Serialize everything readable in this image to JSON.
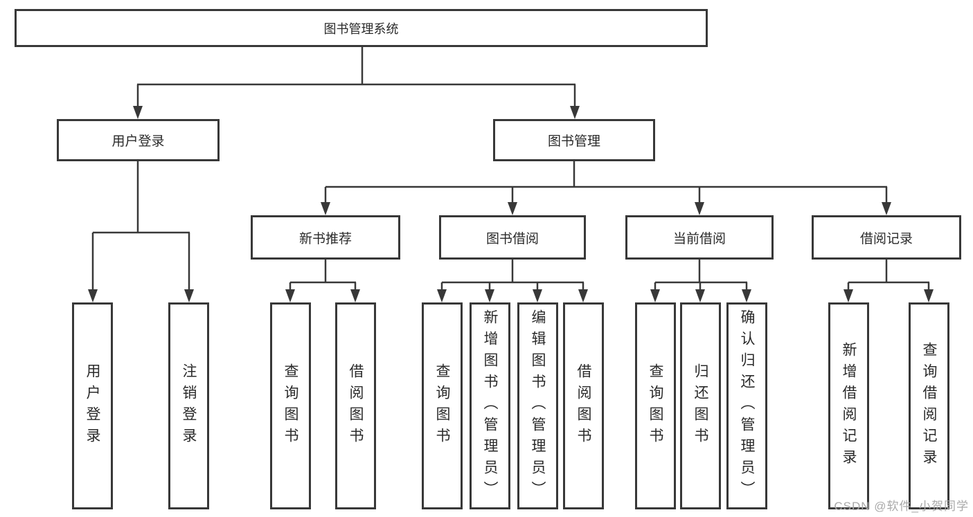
{
  "tree": {
    "root": {
      "label": "图书管理系统"
    },
    "branches": [
      {
        "label": "用户登录",
        "children": [
          {
            "label": "用户登录"
          },
          {
            "label": "注销登录"
          }
        ]
      },
      {
        "label": "图书管理",
        "children": [
          {
            "label": "新书推荐",
            "children": [
              {
                "label": "查询图书"
              },
              {
                "label": "借阅图书"
              }
            ]
          },
          {
            "label": "图书借阅",
            "children": [
              {
                "label": "查询图书"
              },
              {
                "label": "新增图书（管理员）"
              },
              {
                "label": "编辑图书（管理员）"
              },
              {
                "label": "借阅图书"
              }
            ]
          },
          {
            "label": "当前借阅",
            "children": [
              {
                "label": "查询图书"
              },
              {
                "label": "归还图书"
              },
              {
                "label": "确认归还（管理员）"
              }
            ]
          },
          {
            "label": "借阅记录",
            "children": [
              {
                "label": "新增借阅记录"
              },
              {
                "label": "查询借阅记录"
              }
            ]
          }
        ]
      }
    ]
  },
  "watermark": "CSDN @软件_小贺同学",
  "colors": {
    "line": "#383838",
    "box_border": "#383838",
    "text": "#2a2a2a",
    "watermark": "#a9a9a9",
    "background": "#ffffff"
  }
}
